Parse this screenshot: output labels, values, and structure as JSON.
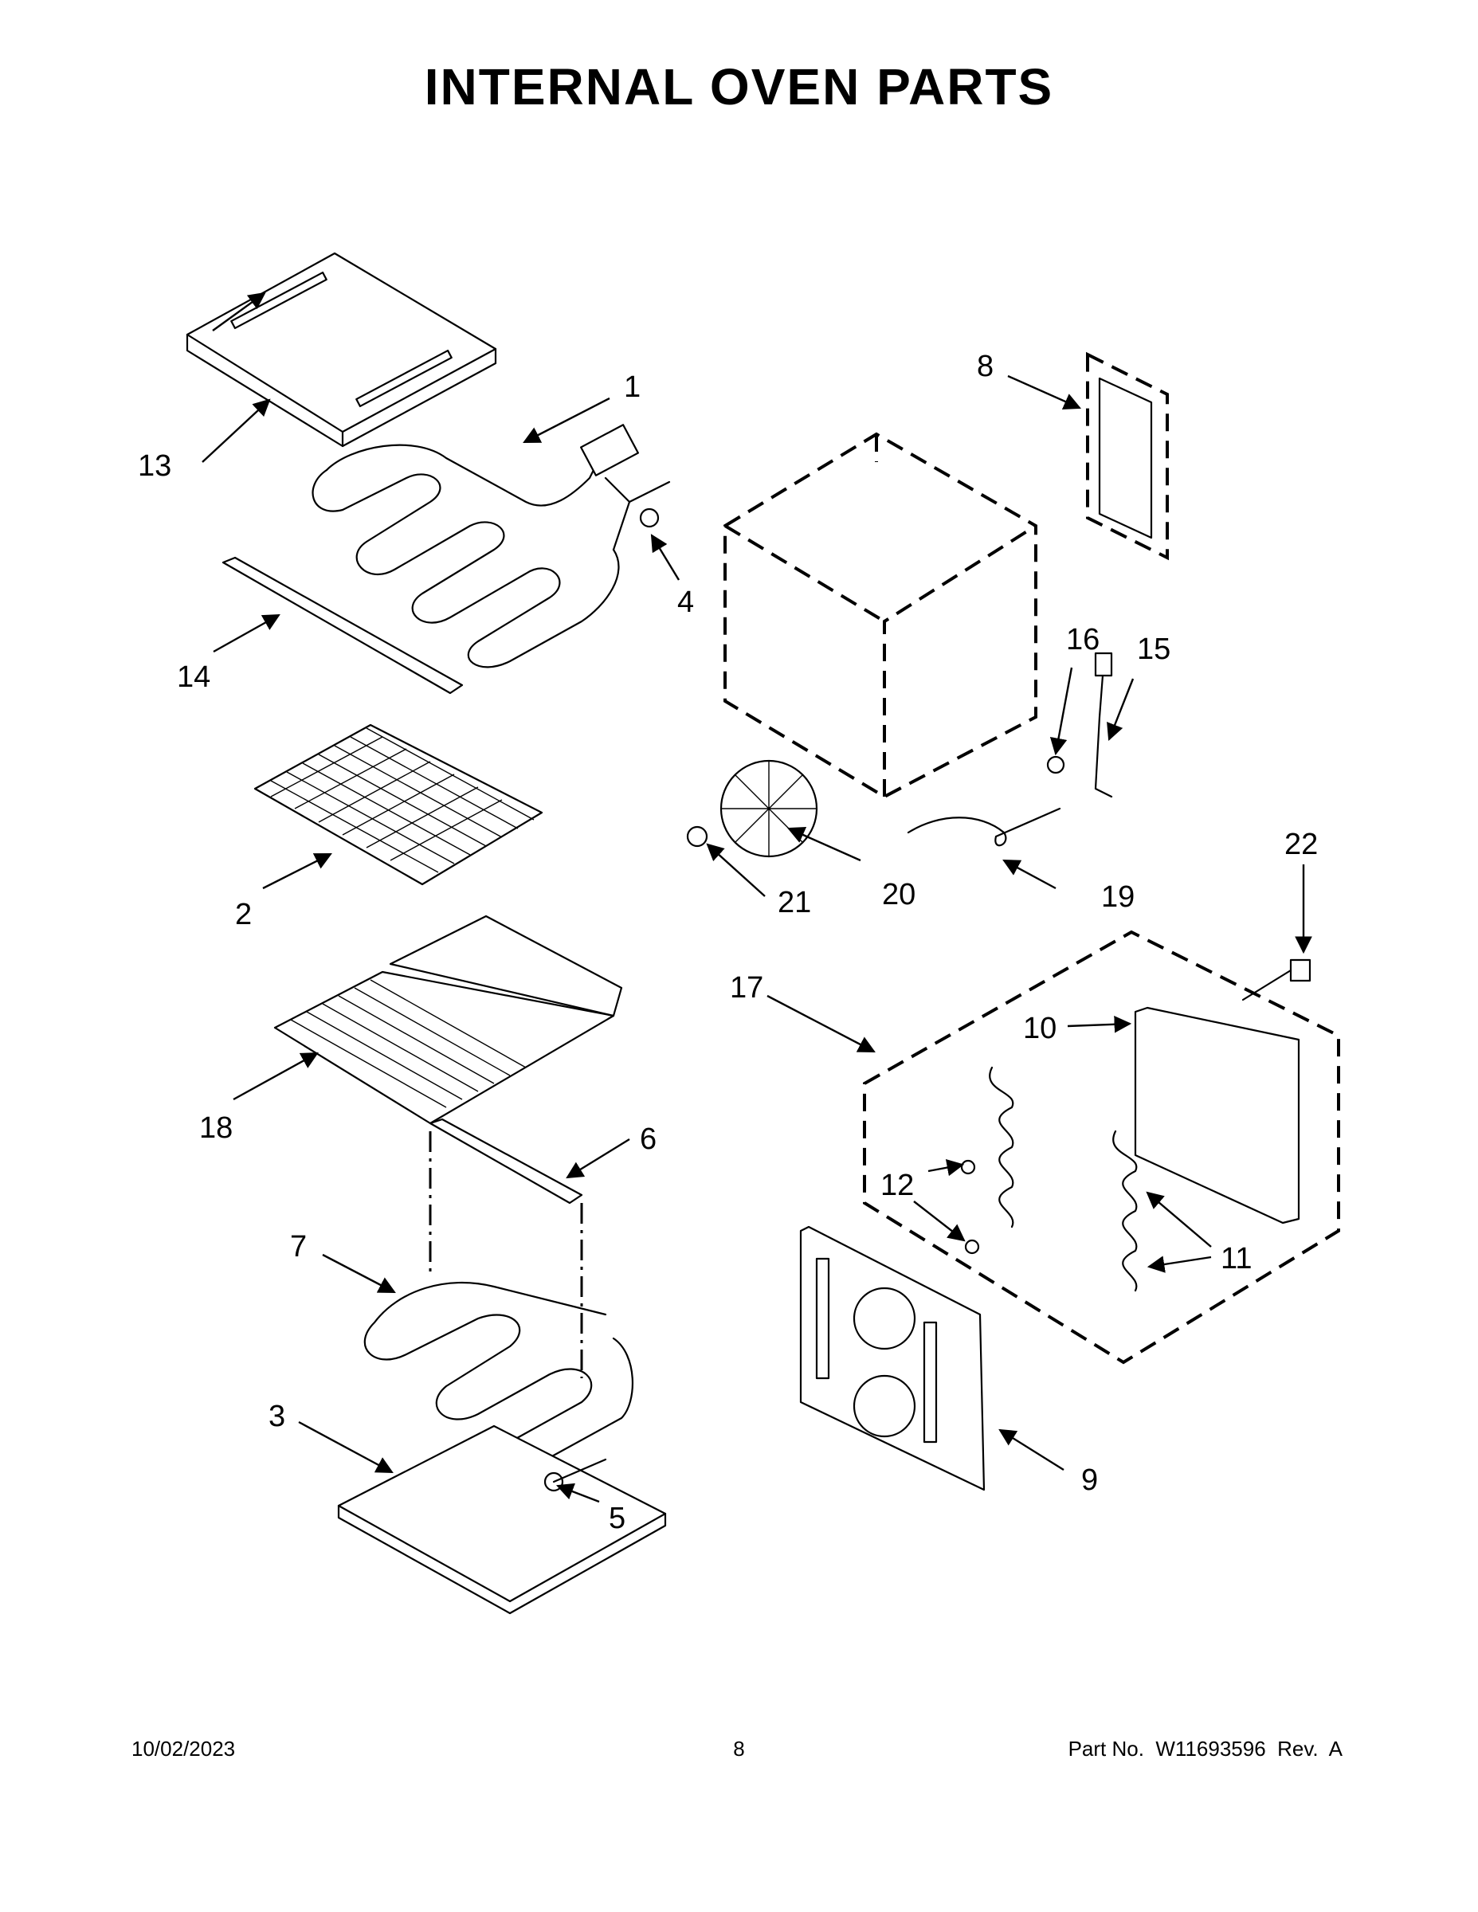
{
  "title": "INTERNAL OVEN PARTS",
  "callouts": [
    "1",
    "2",
    "3",
    "4",
    "5",
    "6",
    "7",
    "8",
    "9",
    "10",
    "11",
    "12",
    "13",
    "14",
    "15",
    "16",
    "17",
    "18",
    "19",
    "20",
    "21",
    "22"
  ],
  "footer": {
    "date": "10/02/2023",
    "page": "8",
    "part_no": "Part No.  W11693596  Rev.  A"
  }
}
